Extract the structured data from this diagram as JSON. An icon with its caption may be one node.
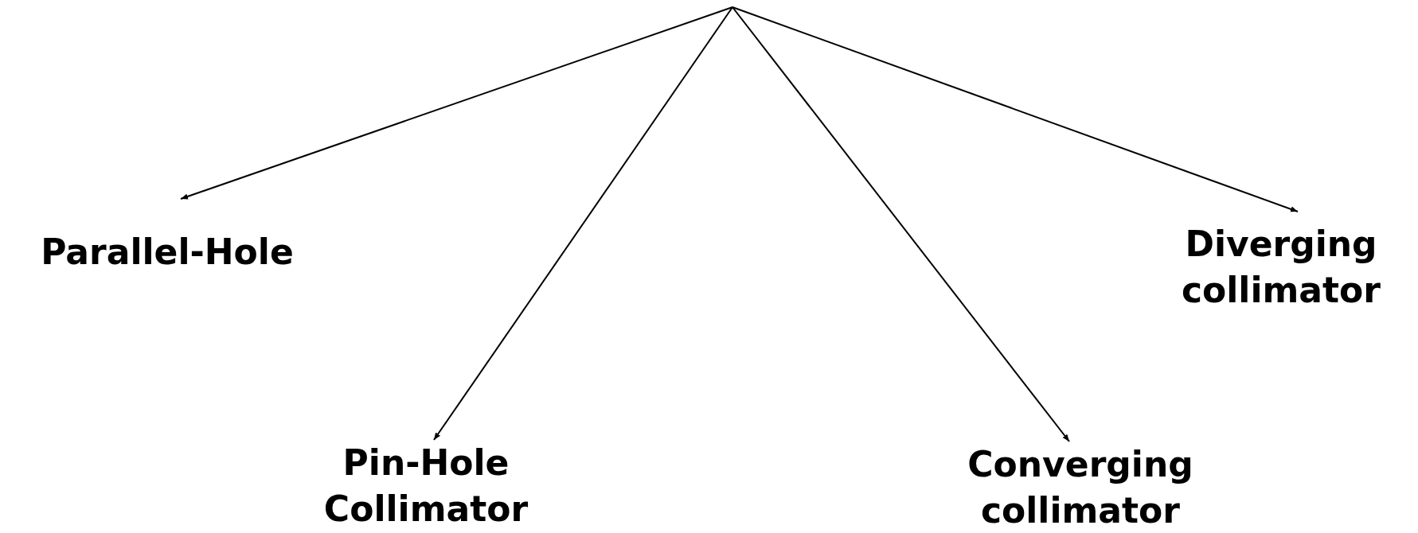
{
  "diagram": {
    "nodes": [
      {
        "text": [
          "Parallel-Hole"
        ]
      },
      {
        "text": [
          "Pin-Hole Collimator"
        ]
      },
      {
        "text": [
          "Converging collimator"
        ]
      },
      {
        "text": [
          "Diverging collimator"
        ]
      }
    ],
    "edges": [
      {
        "from": null,
        "to": 0,
        "arrow": "to"
      },
      {
        "from": null,
        "to": 1,
        "arrow": "to"
      },
      {
        "from": null,
        "to": 2,
        "arrow": "to"
      },
      {
        "from": null,
        "to": 3,
        "arrow": "to"
      }
    ]
  }
}
